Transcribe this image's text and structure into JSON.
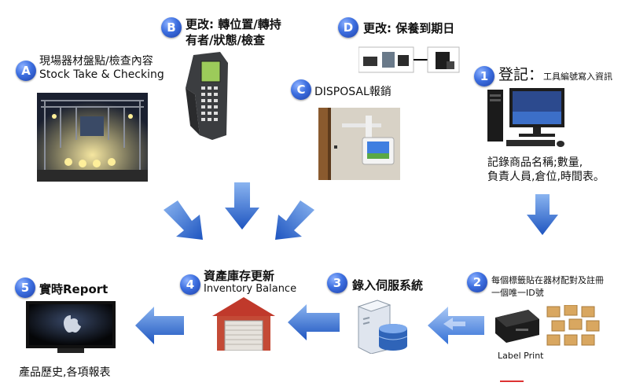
{
  "steps": {
    "a": {
      "badge": "A",
      "line1": "現場器材盤點/檢查內容",
      "line2": "Stock Take & Checking"
    },
    "b": {
      "badge": "B",
      "line1": "更改: 轉位置/轉持",
      "line2": "有者/狀態/檢查"
    },
    "c": {
      "badge": "C",
      "label": "DISPOSAL報銷"
    },
    "d": {
      "badge": "D",
      "label": "更改: 保養到期日"
    },
    "s1": {
      "badge": "1",
      "title": "登記：",
      "title_small": "工具編號寫入資訊",
      "desc1": "記錄商品名稱;數量,",
      "desc2": "負責人員,倉位,時間表。"
    },
    "s2": {
      "badge": "2",
      "line1": "每個標籤貼在器材配對及註冊",
      "line2": "一個唯一ID號",
      "caption": "Label Print"
    },
    "s3": {
      "badge": "3",
      "label": "錄入伺服系統"
    },
    "s4": {
      "badge": "4",
      "line1": "資產庫存更新",
      "line2": "Inventory Balance"
    },
    "s5": {
      "badge": "5",
      "label": "實時Report",
      "caption": "產品歷史,各項報表"
    }
  },
  "colors": {
    "badge": "#3d6fe0",
    "arrow": "#2a62c9",
    "arrow_light": "#6fa0ea"
  }
}
